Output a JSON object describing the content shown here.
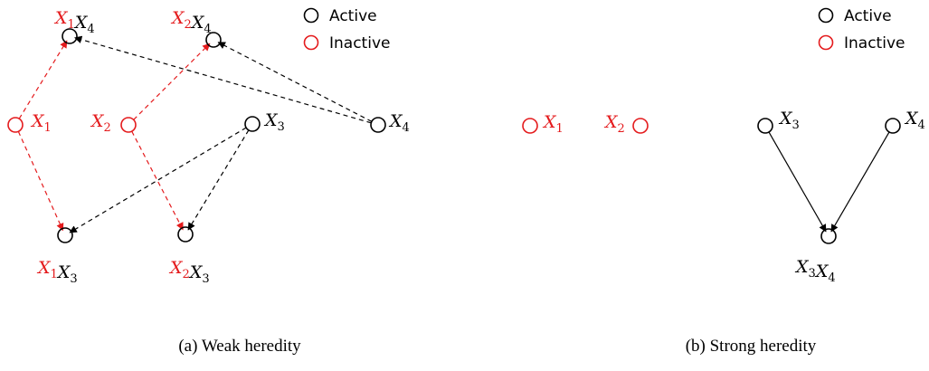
{
  "colors": {
    "active": "#000000",
    "inactive": "#e41a1c"
  },
  "legend": {
    "active_label": "Active",
    "inactive_label": "Inactive"
  },
  "panel_a": {
    "caption": "(a)  Weak heredity",
    "nodes": [
      {
        "id": "x1x4",
        "state": "active",
        "label_parts": [
          {
            "base": "X",
            "sub": "1",
            "state": "inactive"
          },
          {
            "base": "X",
            "sub": "4",
            "state": "active"
          }
        ]
      },
      {
        "id": "x2x4",
        "state": "active",
        "label_parts": [
          {
            "base": "X",
            "sub": "2",
            "state": "inactive"
          },
          {
            "base": "X",
            "sub": "4",
            "state": "active"
          }
        ]
      },
      {
        "id": "x1",
        "state": "inactive",
        "label_parts": [
          {
            "base": "X",
            "sub": "1",
            "state": "inactive"
          }
        ]
      },
      {
        "id": "x2",
        "state": "inactive",
        "label_parts": [
          {
            "base": "X",
            "sub": "2",
            "state": "inactive"
          }
        ]
      },
      {
        "id": "x3",
        "state": "active",
        "label_parts": [
          {
            "base": "X",
            "sub": "3",
            "state": "active"
          }
        ]
      },
      {
        "id": "x4",
        "state": "active",
        "label_parts": [
          {
            "base": "X",
            "sub": "4",
            "state": "active"
          }
        ]
      },
      {
        "id": "x1x3",
        "state": "active",
        "label_parts": [
          {
            "base": "X",
            "sub": "1",
            "state": "inactive"
          },
          {
            "base": "X",
            "sub": "3",
            "state": "active"
          }
        ]
      },
      {
        "id": "x2x3",
        "state": "active",
        "label_parts": [
          {
            "base": "X",
            "sub": "2",
            "state": "inactive"
          },
          {
            "base": "X",
            "sub": "3",
            "state": "active"
          }
        ]
      }
    ],
    "edges": [
      {
        "from": "x1",
        "to": "x1x4",
        "state": "inactive"
      },
      {
        "from": "x1",
        "to": "x1x3",
        "state": "inactive"
      },
      {
        "from": "x2",
        "to": "x2x4",
        "state": "inactive"
      },
      {
        "from": "x2",
        "to": "x2x3",
        "state": "inactive"
      },
      {
        "from": "x4",
        "to": "x1x4",
        "state": "active"
      },
      {
        "from": "x4",
        "to": "x2x4",
        "state": "active"
      },
      {
        "from": "x3",
        "to": "x1x3",
        "state": "active"
      },
      {
        "from": "x3",
        "to": "x2x3",
        "state": "active"
      }
    ]
  },
  "panel_b": {
    "caption": "(b)  Strong heredity",
    "nodes": [
      {
        "id": "x1",
        "state": "inactive",
        "label_parts": [
          {
            "base": "X",
            "sub": "1",
            "state": "inactive"
          }
        ]
      },
      {
        "id": "x2",
        "state": "inactive",
        "label_parts": [
          {
            "base": "X",
            "sub": "2",
            "state": "inactive"
          }
        ]
      },
      {
        "id": "x3",
        "state": "active",
        "label_parts": [
          {
            "base": "X",
            "sub": "3",
            "state": "active"
          }
        ]
      },
      {
        "id": "x4",
        "state": "active",
        "label_parts": [
          {
            "base": "X",
            "sub": "4",
            "state": "active"
          }
        ]
      },
      {
        "id": "x3x4",
        "state": "active",
        "label_parts": [
          {
            "base": "X",
            "sub": "3",
            "state": "active"
          },
          {
            "base": "X",
            "sub": "4",
            "state": "active"
          }
        ]
      }
    ],
    "edges": [
      {
        "from": "x3",
        "to": "x3x4",
        "state": "active"
      },
      {
        "from": "x4",
        "to": "x3x4",
        "state": "active"
      }
    ]
  }
}
